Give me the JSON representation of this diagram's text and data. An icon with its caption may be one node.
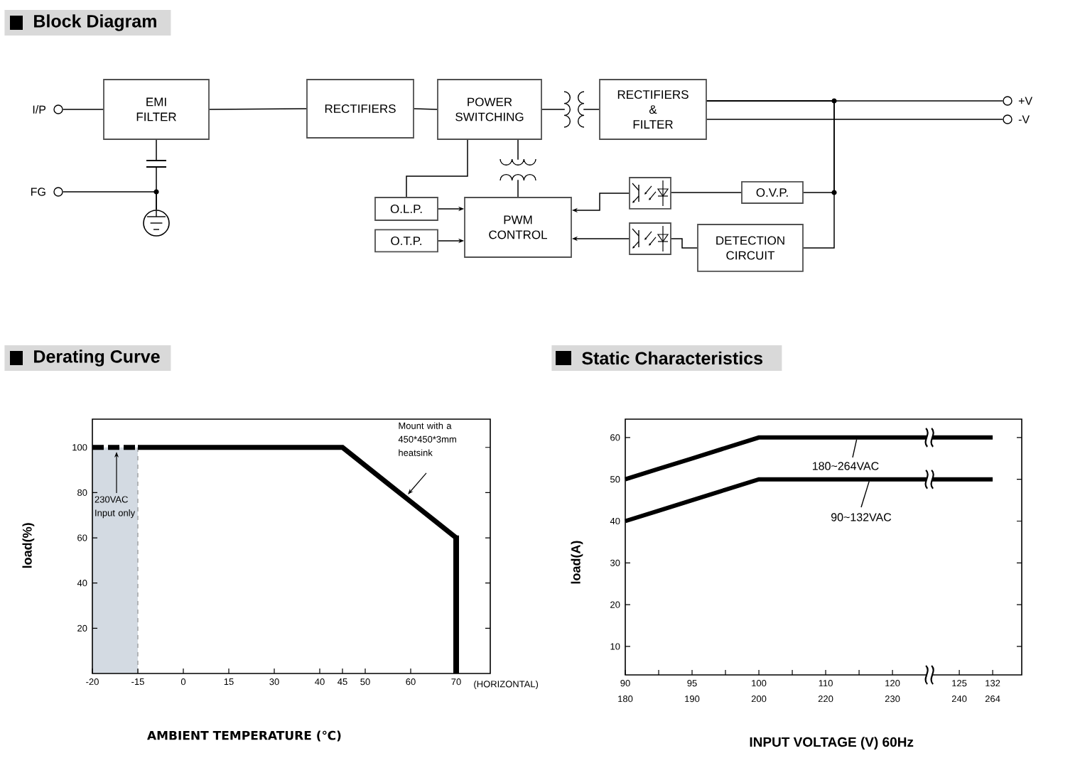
{
  "diagram": {
    "title": "Block Diagram",
    "nodes": [
      {
        "text": [
          "I/P"
        ]
      },
      {
        "text": [
          "EMI FILTER"
        ]
      },
      {
        "text": [
          "RECTIFIERS"
        ]
      },
      {
        "text": [
          "POWER SWITCHING"
        ]
      },
      {
        "text": [
          "RECTIFIERS & FILTER"
        ]
      },
      {
        "text": [
          "+V"
        ]
      },
      {
        "text": [
          "-V"
        ]
      },
      {
        "text": [
          "FG"
        ]
      },
      {
        "text": [],
        "shape": "picture"
      },
      {
        "text": [
          "O.L.P."
        ]
      },
      {
        "text": [
          "O.T.P."
        ]
      },
      {
        "text": [
          "PWM CONTROL"
        ]
      },
      {
        "text": [],
        "shape": "picture"
      },
      {
        "text": [
          "O.V.P."
        ]
      },
      {
        "text": [],
        "shape": "picture"
      },
      {
        "text": [
          "DETECTION CIRCUIT"
        ]
      }
    ],
    "edges": [
      {
        "from": 0,
        "to": 1,
        "arrow": "none"
      },
      {
        "from": 1,
        "to": 2,
        "arrow": "none"
      },
      {
        "from": 2,
        "to": 3,
        "arrow": "none"
      },
      {
        "from": 3,
        "to": 4,
        "arrow": "none"
      },
      {
        "from": 4,
        "to": 5,
        "arrow": "none"
      },
      {
        "from": 4,
        "to": 6,
        "arrow": "none"
      },
      {
        "from": 1,
        "to": 8,
        "arrow": "none"
      },
      {
        "from": 7,
        "to": 8,
        "arrow": "none"
      },
      {
        "from": 3,
        "to": 9,
        "arrow": "none"
      },
      {
        "from": 3,
        "to": 11,
        "arrow": "none"
      },
      {
        "from": 9,
        "to": 11,
        "arrow": "to"
      },
      {
        "from": 10,
        "to": 11,
        "arrow": "to"
      },
      {
        "from": 12,
        "to": 11,
        "arrow": "to"
      },
      {
        "from": 14,
        "to": 11,
        "arrow": "to"
      },
      {
        "from": 13,
        "to": 12,
        "arrow": "none"
      },
      {
        "from": 15,
        "to": 14,
        "arrow": "none"
      },
      {
        "from": 4,
        "to": 13,
        "arrow": "none"
      },
      {
        "from": 4,
        "to": 15,
        "arrow": "none"
      }
    ],
    "labels": [
      "(HORIZONTAL)"
    ],
    "chart_data": [
      {
        "type": "line",
        "title": "Derating Curve",
        "xlabel": "AMBIENT TEMPERATURE (℃)",
        "ylabel": "load(%)",
        "categories": [
          "-20",
          null,
          "-15",
          null,
          "0",
          null,
          "15",
          null,
          "30",
          null,
          "40",
          "45",
          "50",
          null,
          "60",
          null,
          "70"
        ],
        "series": [
          {
            "color": "#000000",
            "line_style": "dashed",
            "values": [
              100,
              100,
              100,
              null,
              null,
              null,
              null,
              null,
              null,
              null,
              null,
              null,
              null,
              null,
              null,
              null,
              null
            ]
          },
          {
            "color": "#000000",
            "values": [
              null,
              null,
              100,
              100,
              100,
              100,
              100,
              100,
              100,
              100,
              100,
              100,
              92,
              84,
              76,
              68,
              60
            ]
          }
        ],
        "ylim": [
          0,
          112.5
        ],
        "yticks": [
          20,
          40,
          60,
          80,
          100
        ],
        "annotations": [
          {
            "text": "230VAC Input only"
          },
          {
            "text": "Mount with a 450*450*3mm heatsink"
          }
        ]
      },
      {
        "type": "line",
        "title": "Static Characteristics",
        "xlabel": "INPUT VOLTAGE (V) 60Hz",
        "ylabel": "load(A)",
        "categories": [
          "90 180",
          null,
          "95 190",
          null,
          "100 200",
          null,
          "110 220",
          null,
          "120 230",
          null,
          "125 240",
          "132 264"
        ],
        "series": [
          {
            "name": "180~264VAC",
            "color": "#000000",
            "values": [
              50,
              52.5,
              55,
              57.5,
              60,
              60,
              60,
              60,
              60,
              60,
              60,
              60
            ]
          },
          {
            "name": "90~132VAC",
            "color": "#000000",
            "values": [
              40,
              42.5,
              45,
              47.5,
              50,
              50,
              50,
              50,
              50,
              50,
              50,
              50
            ]
          }
        ],
        "ylim": [
          3.2,
          64.4
        ],
        "yticks": [
          10,
          20,
          30,
          40,
          50,
          60
        ]
      }
    ]
  }
}
